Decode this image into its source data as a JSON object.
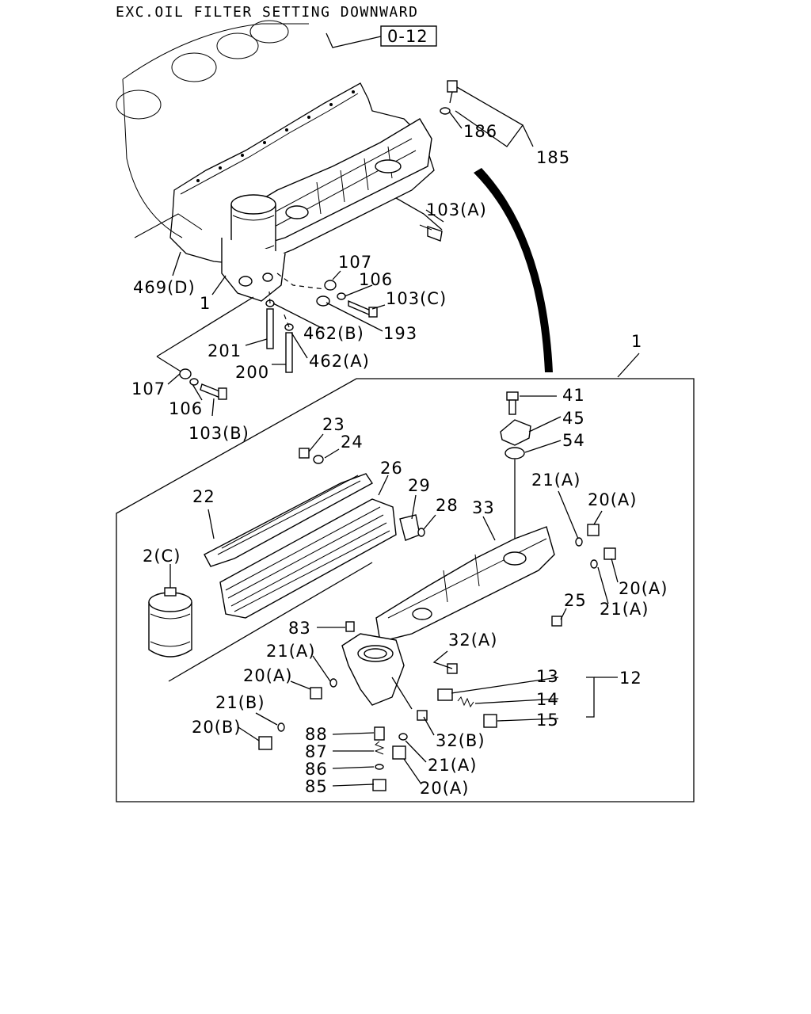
{
  "title": "EXC.OIL FILTER SETTING DOWNWARD",
  "ref_box": "0-12",
  "callouts": {
    "c186": "186",
    "c185": "185",
    "c103A": "103(A)",
    "c469D": "469(D)",
    "c107a": "107",
    "c106a": "106",
    "c103C": "103(C)",
    "c1a": "1",
    "c462B": "462(B)",
    "c193": "193",
    "c201": "201",
    "c462A": "462(A)",
    "c200": "200",
    "c107b": "107",
    "c106b": "106",
    "c103B": "103(B)",
    "c1b": "1",
    "c41": "41",
    "c45": "45",
    "c54": "54",
    "c23": "23",
    "c24": "24",
    "c26": "26",
    "c22": "22",
    "c29": "29",
    "c28": "28",
    "c33": "33",
    "c21A_1": "21(A)",
    "c20A_1": "20(A)",
    "c20A_2": "20(A)",
    "c21A_2": "21(A)",
    "c2C": "2(C)",
    "c25": "25",
    "c83": "83",
    "c32A": "32(A)",
    "c21A_3": "21(A)",
    "c20A_3": "20(A)",
    "c13": "13",
    "c12": "12",
    "c14": "14",
    "c15": "15",
    "c21B": "21(B)",
    "c20B": "20(B)",
    "c32B": "32(B)",
    "c88": "88",
    "c87": "87",
    "c86": "86",
    "c21A_4": "21(A)",
    "c85": "85",
    "c20A_4": "20(A)"
  }
}
